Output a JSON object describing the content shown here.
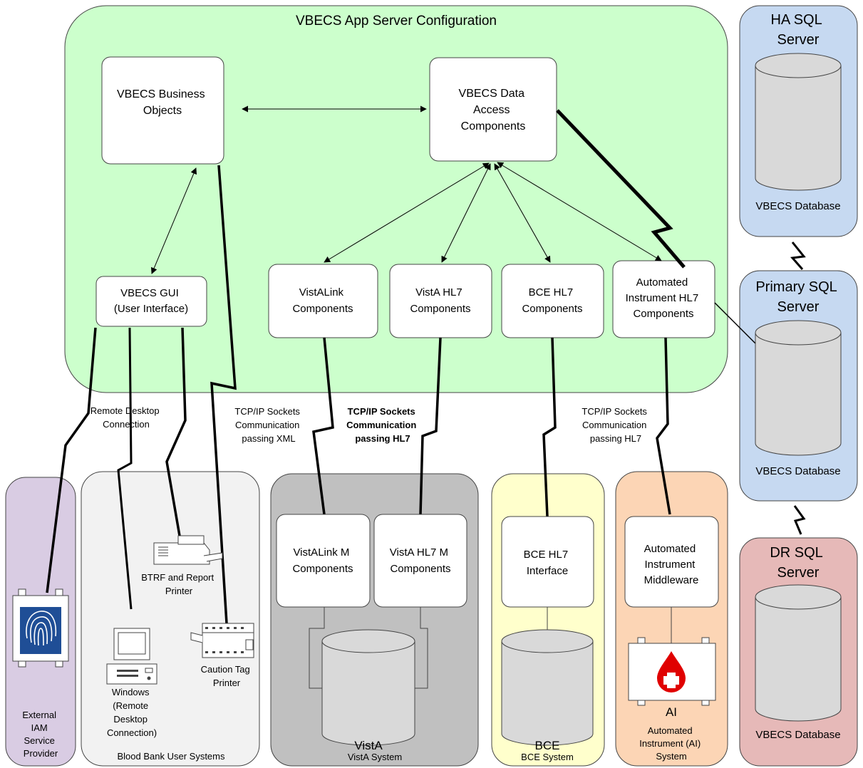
{
  "colors": {
    "app_server_fill": "#ccffcc",
    "ha_fill": "#c6d9f1",
    "primary_fill": "#c6d9f1",
    "dr_fill": "#e6b9b8",
    "iam_fill": "#d9cce3",
    "bb_fill": "#f2f2f2",
    "vista_fill": "#c0c0c0",
    "bce_fill": "#ffffcc",
    "ai_fill": "#fcd5b5",
    "cylinder_fill": "#d9d9d9",
    "component_fill": "#ffffff",
    "lightning": "#000000",
    "blood_drop": "#e00000"
  },
  "app_server": {
    "title": "VBECS App Server Configuration",
    "business_objects": [
      "VBECS Business",
      "Objects"
    ],
    "data_access": [
      "VBECS Data",
      "Access",
      "Components"
    ],
    "gui": [
      "VBECS GUI",
      "(User Interface)"
    ],
    "vistalink": [
      "VistALink",
      "Components"
    ],
    "vista_hl7": [
      "VistA HL7",
      "Components"
    ],
    "bce_hl7": [
      "BCE HL7",
      "Components"
    ],
    "ai_hl7": [
      "Automated",
      "Instrument HL7",
      "Components"
    ]
  },
  "connections": {
    "remote_desktop": [
      "Remote Desktop",
      "Connection"
    ],
    "tcp_xml": [
      "TCP/IP Sockets",
      "Communication",
      "passing XML"
    ],
    "tcp_hl7_vista": [
      "TCP/IP Sockets",
      "Communication",
      "passing HL7"
    ],
    "tcp_hl7_ai": [
      "TCP/IP Sockets",
      "Communication",
      "passing HL7"
    ]
  },
  "servers": {
    "ha": {
      "title": [
        "HA SQL",
        "Server"
      ],
      "db": "VBECS Database"
    },
    "primary": {
      "title": [
        "Primary SQL",
        "Server"
      ],
      "db": "VBECS Database"
    },
    "dr": {
      "title": [
        "DR SQL",
        "Server"
      ],
      "db": "VBECS Database"
    }
  },
  "iam": {
    "label": [
      "External",
      "IAM",
      "Service",
      "Provider"
    ]
  },
  "blood_bank": {
    "label": "Blood Bank User Systems",
    "btrf_printer": [
      "BTRF and Report",
      "Printer"
    ],
    "windows": [
      "Windows",
      "(Remote",
      "Desktop",
      "Connection)"
    ],
    "caution_printer": [
      "Caution Tag",
      "Printer"
    ]
  },
  "vista": {
    "label": "VistA System",
    "db": "VistA",
    "link_m": [
      "VistALink M",
      "Components"
    ],
    "hl7_m": [
      "VistA HL7 M",
      "Components"
    ]
  },
  "bce": {
    "label": "BCE System",
    "db": "BCE",
    "interface": [
      "BCE HL7",
      "Interface"
    ]
  },
  "ai": {
    "label": [
      "Automated",
      "Instrument (AI)",
      "System"
    ],
    "device": "AI",
    "middleware": [
      "Automated",
      "Instrument",
      "Middleware"
    ]
  }
}
